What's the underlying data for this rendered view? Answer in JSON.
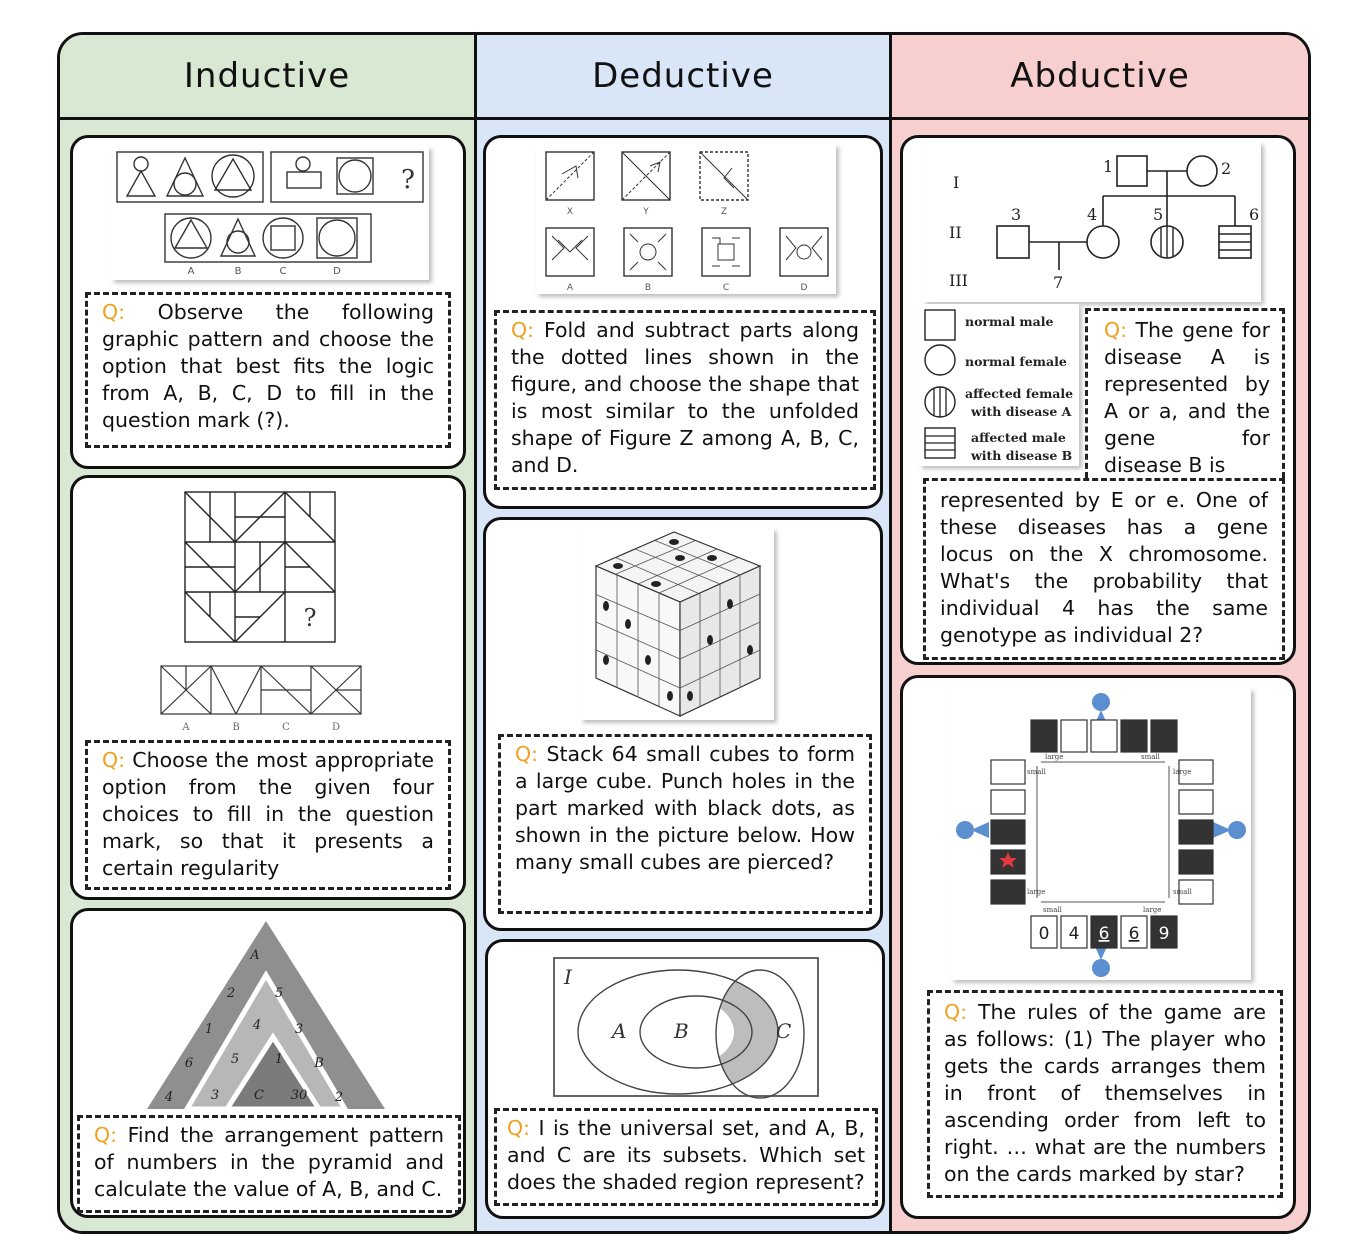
{
  "columns": {
    "inductive": "Inductive",
    "deductive": "Deductive",
    "abductive": "Abductive"
  },
  "q_prefix": "Q:",
  "inductive": {
    "q1": "Observe the following graphic pattern and choose the option that best fits the logic from A, B, C, D to fill in the question mark (?).",
    "q2": "Choose the most appropriate option from the given four choices to fill in the question mark, so that it presents a certain regularity",
    "q3": "Find the arrangement pattern of numbers in the pyramid and calculate the value of A, B, and C.",
    "fig1": {
      "qmark": "?",
      "options": [
        "A",
        "B",
        "C",
        "D"
      ]
    },
    "fig2": {
      "qmark": "?",
      "options": [
        "A",
        "B",
        "C",
        "D"
      ]
    },
    "fig3": {
      "labels": [
        "A",
        "2",
        "5",
        "1",
        "4",
        "3",
        "6",
        "5",
        "1",
        "B",
        "4",
        "3",
        "C",
        "30",
        "2"
      ]
    }
  },
  "deductive": {
    "q1": "Fold and subtract parts along the dotted lines shown in the figure, and choose the shape that is most similar to the unfolded shape of Figure Z among A, B, C, and D.",
    "q2": "Stack 64 small cubes to form a large cube. Punch holes in the part marked with black dots, as shown in the picture below. How many small cubes are pierced?",
    "q3": "I is the universal set, and A, B, and C are its subsets. Which set does the shaded region represent?",
    "fig1": {
      "top": [
        "X",
        "Y",
        "Z"
      ],
      "bottom": [
        "A",
        "B",
        "C",
        "D"
      ]
    },
    "fig3": {
      "labels": [
        "I",
        "A",
        "B",
        "C"
      ]
    }
  },
  "abductive": {
    "q1_part1": "The gene for disease A is represented by A or a, and the gene for disease B is",
    "q1_part2": "represented by E or e. One of these diseases has a gene locus on the X chromosome. What's the probability that individual 4 has the same genotype as individual 2?",
    "q2": "The rules of the game are as follows: (1) The player who gets the cards arranges them in front of themselves in ascending order from left to right. … what are the numbers on the cards marked by star?",
    "pedigree": {
      "generations": [
        "I",
        "II",
        "III"
      ],
      "individuals": [
        "1",
        "2",
        "3",
        "4",
        "5",
        "6",
        "7"
      ],
      "legend": [
        "normal male",
        "normal female",
        "affected female",
        "with disease A",
        "affected male",
        "with disease B"
      ]
    },
    "game": {
      "cards": [
        "0",
        "4",
        "6",
        "6",
        "9"
      ],
      "side_labels": [
        "large",
        "small",
        "large",
        "small",
        "large",
        "small",
        "large",
        "small"
      ]
    }
  }
}
